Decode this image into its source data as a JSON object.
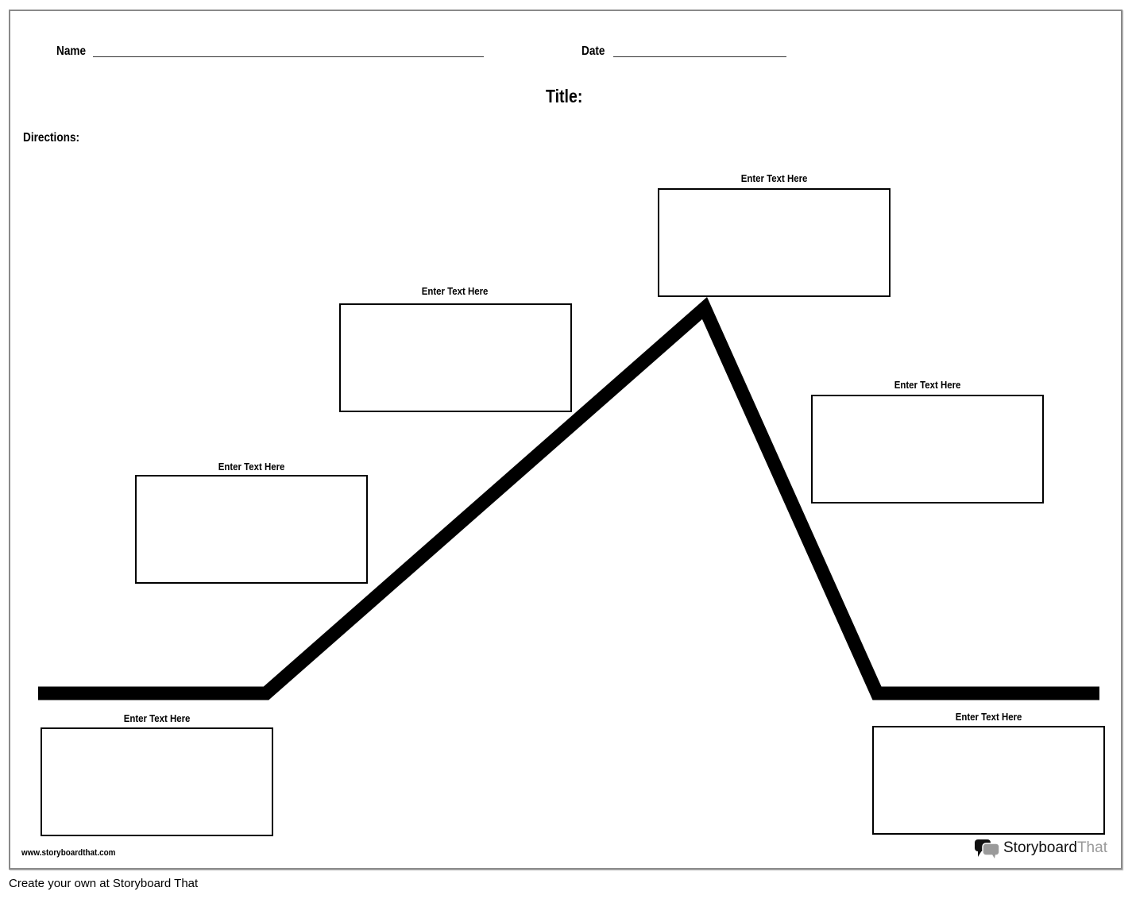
{
  "header": {
    "name_label": "Name",
    "date_label": "Date",
    "title_label": "Title:",
    "directions_label": "Directions:"
  },
  "boxes": [
    {
      "label": "Enter Text Here"
    },
    {
      "label": "Enter Text Here"
    },
    {
      "label": "Enter Text Here"
    },
    {
      "label": "Enter Text Here"
    },
    {
      "label": "Enter Text Here"
    },
    {
      "label": "Enter Text Here"
    }
  ],
  "branding": {
    "url": "www.storyboardthat.com",
    "logo_part1": "Storyboard",
    "logo_part2": "That",
    "logo_icon": "speech-bubbles-icon"
  },
  "footer": {
    "text": "Create your own at Storyboard That"
  }
}
